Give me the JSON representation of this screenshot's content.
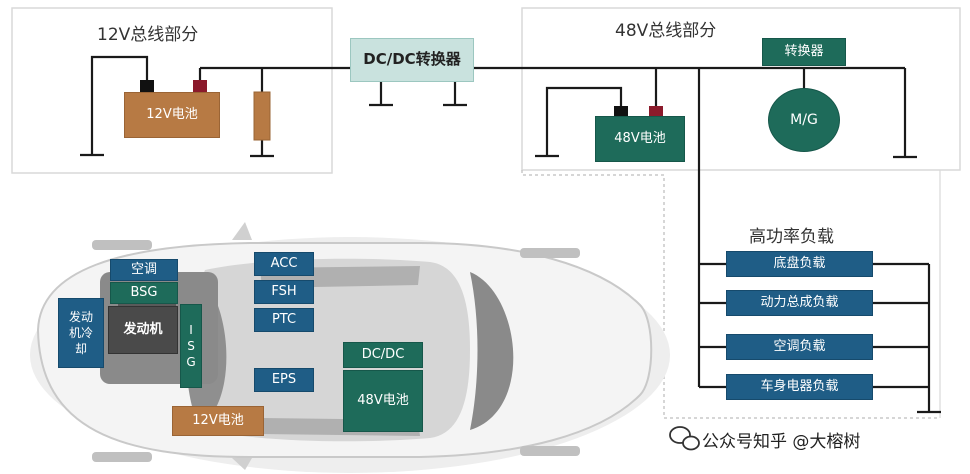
{
  "bus12": {
    "title": "12V总线部分",
    "battery": "12V电池"
  },
  "dcdc": {
    "label": "DC/DC转换器"
  },
  "bus48": {
    "title": "48V总线部分",
    "battery": "48V电池",
    "converter": "转换器",
    "mg": "M/G"
  },
  "high_power": {
    "title": "高功率负载",
    "loads": [
      "底盘负载",
      "动力总成负载",
      "空调负载",
      "车身电器负载"
    ]
  },
  "car": {
    "aircon": "空调",
    "bsg": "BSG",
    "engine_cooling_lines": [
      "发动",
      "机冷",
      "却"
    ],
    "engine": "发动机",
    "isg_letters": [
      "I",
      "S",
      "G"
    ],
    "acc": "ACC",
    "fsh": "FSH",
    "ptc": "PTC",
    "eps": "EPS",
    "dcdc": "DC/DC",
    "battery48": "48V电池",
    "battery12": "12V电池"
  },
  "watermark": "公众号知乎 @大榕树",
  "colors": {
    "blue": "#1f5d86",
    "green": "#1e6b5a",
    "brown": "#b77a44",
    "teal": "#c9e2de",
    "wire": "#1a1a1a"
  }
}
